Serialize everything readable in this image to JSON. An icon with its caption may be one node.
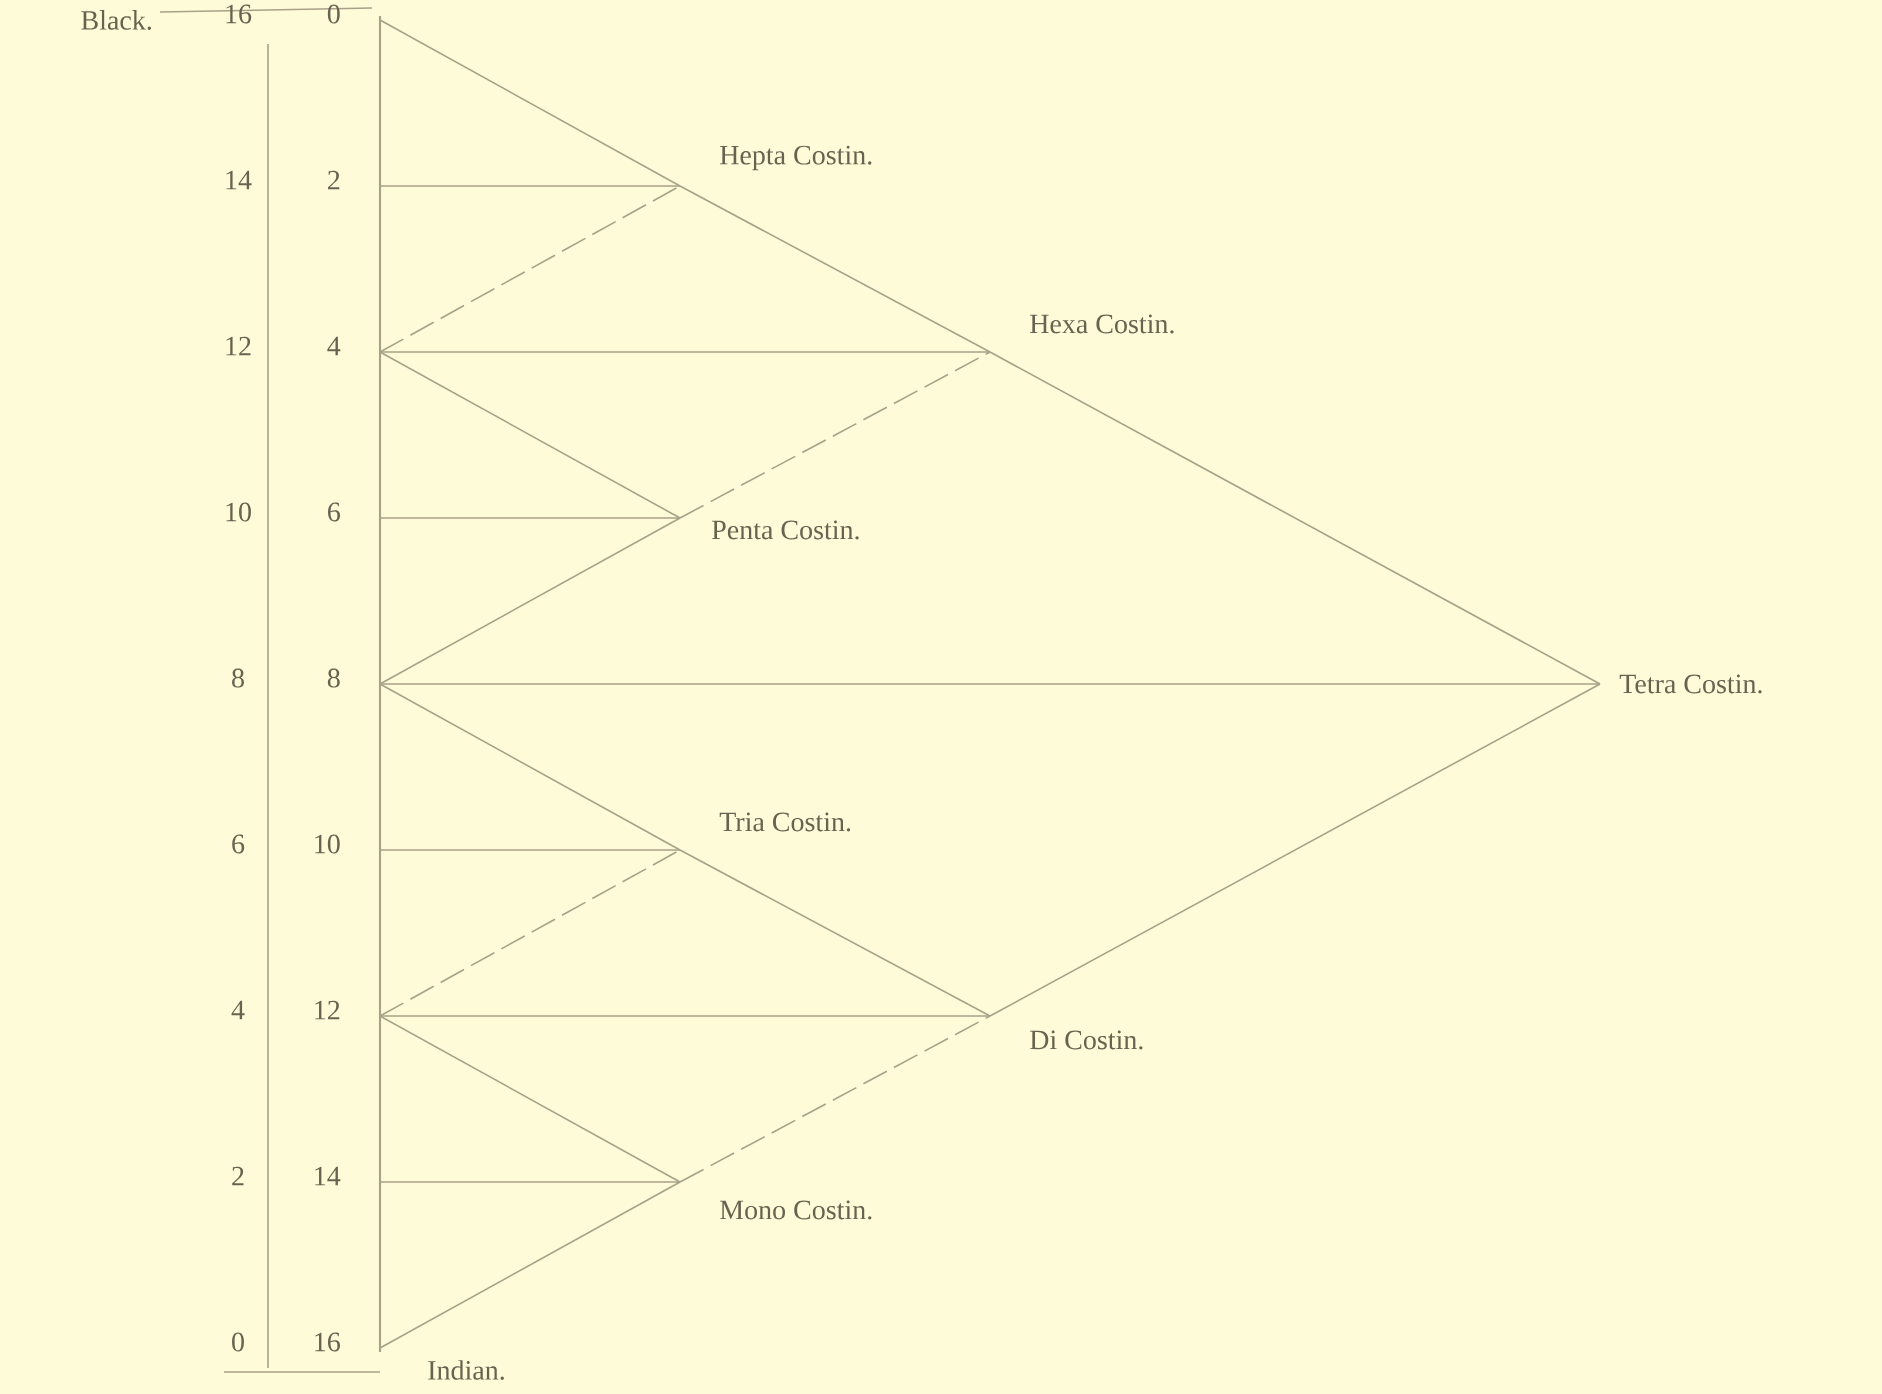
{
  "diagram": {
    "nodes": [
      {
        "text": [
          "0"
        ]
      },
      {
        "text": [
          "2"
        ]
      },
      {
        "text": [
          "4"
        ]
      },
      {
        "text": [
          "6"
        ]
      },
      {
        "text": [
          "8"
        ]
      },
      {
        "text": [
          "10"
        ]
      },
      {
        "text": [
          "12"
        ]
      },
      {
        "text": [
          "14"
        ]
      },
      {
        "text": [
          "16"
        ]
      },
      {
        "text": [
          "Hepta Costin."
        ]
      },
      {
        "text": [
          "Hexa Costin."
        ]
      },
      {
        "text": [
          "Penta Costin."
        ]
      },
      {
        "text": [
          "Tetra Costin."
        ]
      },
      {
        "text": [
          "Tria Costin."
        ]
      },
      {
        "text": [
          "Di Costin."
        ]
      },
      {
        "text": [
          "Mono Costin."
        ]
      }
    ],
    "edges": [
      {
        "from": 0,
        "to": 9,
        "arrow": "none"
      },
      {
        "from": 9,
        "to": 10,
        "arrow": "none"
      },
      {
        "from": 10,
        "to": 12,
        "arrow": "none"
      },
      {
        "from": 8,
        "to": 15,
        "arrow": "none"
      },
      {
        "from": 15,
        "to": 14,
        "arrow": "none",
        "style": "dashed"
      },
      {
        "from": 14,
        "to": 12,
        "arrow": "none"
      },
      {
        "from": 1,
        "to": 9,
        "arrow": "none"
      },
      {
        "from": 2,
        "to": 9,
        "arrow": "none",
        "style": "dashed"
      },
      {
        "from": 2,
        "to": 10,
        "arrow": "none"
      },
      {
        "from": 2,
        "to": 11,
        "arrow": "none"
      },
      {
        "from": 3,
        "to": 11,
        "arrow": "none"
      },
      {
        "from": 4,
        "to": 11,
        "arrow": "none"
      },
      {
        "from": 11,
        "to": 10,
        "arrow": "none",
        "style": "dashed"
      },
      {
        "from": 4,
        "to": 12,
        "arrow": "none"
      },
      {
        "from": 4,
        "to": 13,
        "arrow": "none"
      },
      {
        "from": 13,
        "to": 14,
        "arrow": "none"
      },
      {
        "from": 5,
        "to": 13,
        "arrow": "none"
      },
      {
        "from": 6,
        "to": 13,
        "arrow": "none",
        "style": "dashed"
      },
      {
        "from": 6,
        "to": 14,
        "arrow": "none"
      },
      {
        "from": 6,
        "to": 15,
        "arrow": "none"
      },
      {
        "from": 7,
        "to": 15,
        "arrow": "none"
      }
    ],
    "labels": [
      "Black.",
      "16",
      "14",
      "12",
      "10",
      "8",
      "6",
      "4",
      "2",
      "0",
      "Indian."
    ]
  }
}
